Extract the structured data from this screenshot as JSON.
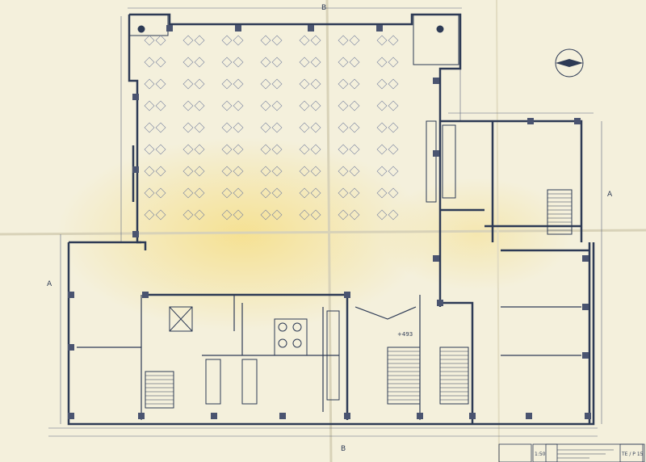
{
  "drawing": {
    "section_marks": {
      "a": "A",
      "b": "B"
    },
    "level_mark": "+493",
    "title_block": {
      "scale": "1:50",
      "sheet_code": "TE / P 15"
    },
    "colors": {
      "paper": "#f3efd9",
      "ink": "#2d3a55",
      "wall_fill": "#4a5470",
      "stain": "#f4df8a"
    }
  }
}
